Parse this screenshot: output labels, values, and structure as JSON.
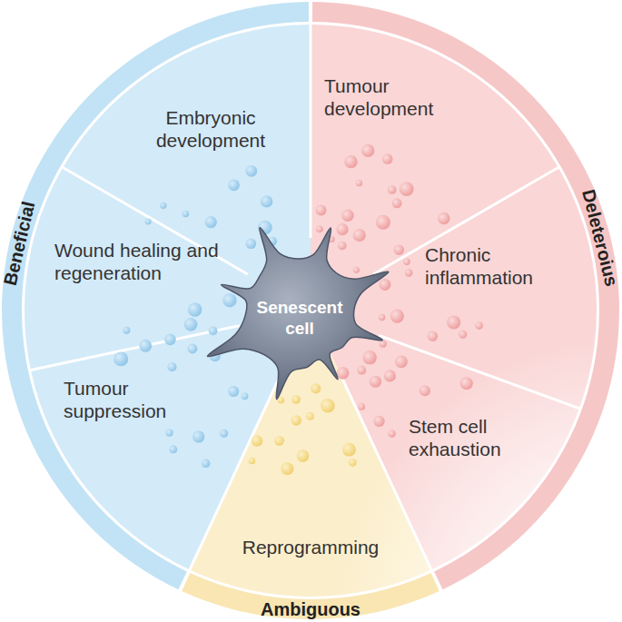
{
  "diagram": {
    "nodes": [
      {
        "text": [
          "Embryonic development"
        ]
      },
      {
        "text": [
          "Tumour development"
        ]
      },
      {
        "text": [
          "Wound healing and regeneration"
        ]
      },
      {
        "text": [
          "Senescent cell"
        ]
      },
      {
        "text": [
          "Chronic inflammation"
        ]
      },
      {
        "text": [
          "Tumour suppression"
        ]
      },
      {
        "text": [
          "Stem cell exhaustion"
        ]
      },
      {
        "text": [
          "Reprogramming"
        ]
      },
      {
        "text": [
          "Beneficial"
        ]
      },
      {
        "text": [
          "Deleteroius"
        ]
      },
      {
        "text": [
          "Ambiguous"
        ]
      }
    ]
  }
}
